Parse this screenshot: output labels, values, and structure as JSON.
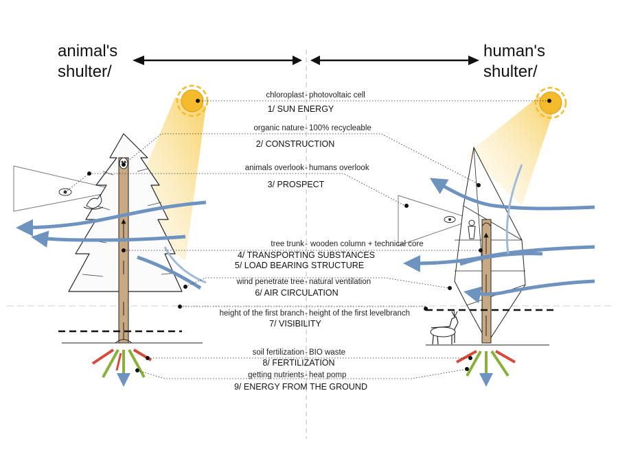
{
  "headings": {
    "left_line1": "animal's",
    "left_line2": "shulter/",
    "right_line1": "human's",
    "right_line2": "shulter/"
  },
  "rows": [
    {
      "animal": "chloroplast",
      "human": "photovoltaic cell",
      "title": "1/ SUN ENERGY"
    },
    {
      "animal": "organic nature",
      "human": "100% recycleable",
      "title": "2/ CONSTRUCTION"
    },
    {
      "animal": "animals overlook",
      "human": "humans overlook",
      "title": "3/ PROSPECT"
    },
    {
      "animal": "tree trunk",
      "human": "wooden column + technical core",
      "title": "4/ TRANSPORTING SUBSTANCES",
      "title2": "5/ LOAD BEARING STRUCTURE"
    },
    {
      "animal": "wind penetrate tree",
      "human": "natural ventilation",
      "title": "6/ AIR CIRCULATION"
    },
    {
      "animal": "height of the first branch",
      "human": "height of the first levelbranch",
      "title": "7/ VISIBILITY"
    },
    {
      "animal": "soil fertilization",
      "human": "BIO waste",
      "title": "8/ FERTILIZATION"
    },
    {
      "animal": "getting nutrients",
      "human": "heat pomp",
      "title": "9/ ENERGY FROM THE GROUND"
    }
  ],
  "separator": "-",
  "colors": {
    "sun": "#f4bc2c",
    "sun_glow": "#fbe39a",
    "wind": "#6f93bf",
    "trunk": "#c8a983",
    "root_red": "#d64a3a",
    "root_green": "#8ab03c"
  },
  "icons": [
    "sun-icon",
    "eye-icon",
    "bird-icon",
    "owl-icon",
    "deer-icon",
    "tree-icon",
    "tower-icon"
  ]
}
